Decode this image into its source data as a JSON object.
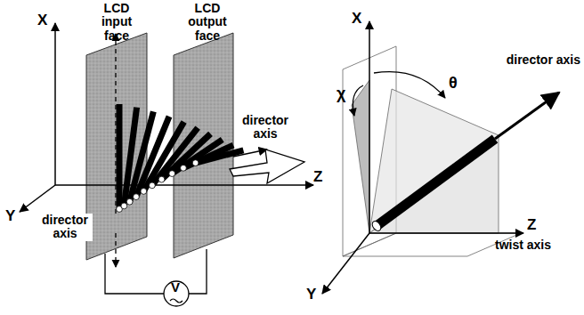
{
  "diagram": {
    "labels": [
      "LCD input face",
      "LCD output face",
      "X",
      "Y",
      "Z",
      "director axis",
      "director axis",
      "V",
      "X",
      "Y",
      "Z",
      "χ",
      "θ",
      "director axis",
      "twist axis"
    ]
  }
}
